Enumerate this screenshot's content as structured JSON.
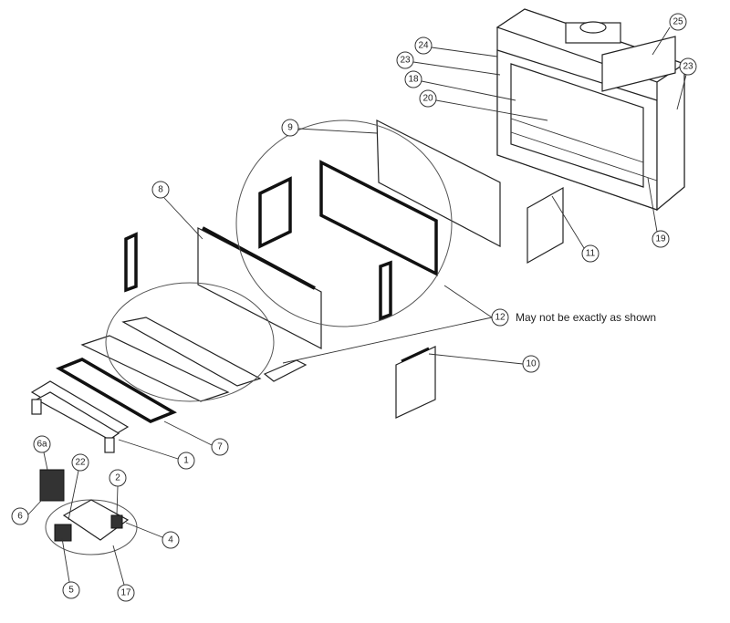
{
  "diagram": {
    "type": "exploded-parts-diagram",
    "note": "May not be exactly as shown",
    "callouts": [
      "25",
      "24",
      "23",
      "18",
      "20",
      "23",
      "9",
      "8",
      "11",
      "19",
      "12",
      "10",
      "7",
      "1",
      "6a",
      "22",
      "2",
      "6",
      "4",
      "5",
      "17"
    ],
    "line_color": "#222222",
    "background": "#ffffff"
  }
}
